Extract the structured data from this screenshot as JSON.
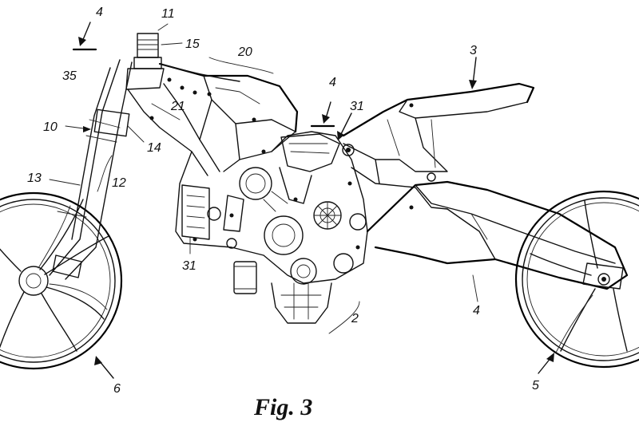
{
  "figure": {
    "caption": "Fig. 3"
  },
  "labels": {
    "r11": "11",
    "r15": "15",
    "r4_top": "4",
    "r35": "35",
    "r20": "20",
    "r21": "21",
    "r10": "10",
    "r14": "14",
    "r13": "13",
    "r12": "12",
    "r4_mid": "4",
    "r31_top": "31",
    "r3": "3",
    "r31_bottom": "31",
    "r2": "2",
    "r4_swingarm": "4",
    "r6": "6",
    "r5": "5"
  }
}
